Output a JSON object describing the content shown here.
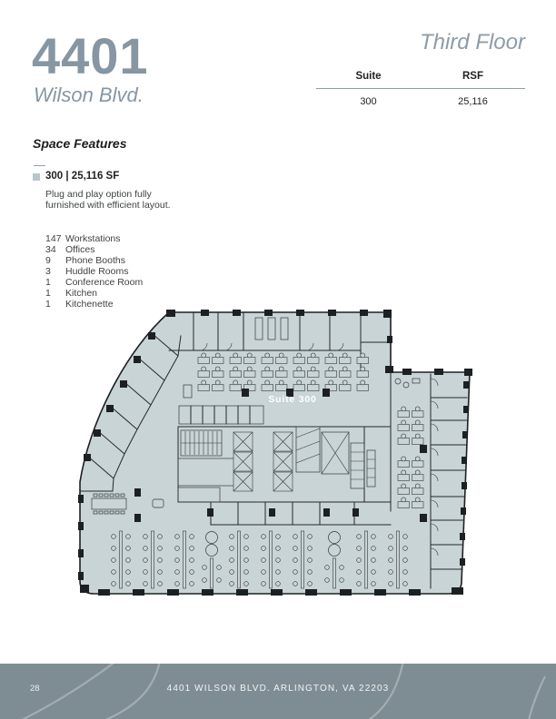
{
  "header": {
    "building_number": "4401",
    "street": "Wilson Blvd.",
    "floor_label": "Third Floor"
  },
  "suite_table": {
    "columns": [
      "Suite",
      "RSF"
    ],
    "rows": [
      [
        "300",
        "25,116"
      ]
    ]
  },
  "features": {
    "title": "Space Features",
    "suite_heading": "300 | 25,116 SF",
    "description": "Plug and play option fully furnished with efficient layout.",
    "items": [
      {
        "count": "147",
        "label": "Workstations"
      },
      {
        "count": "34",
        "label": "Offices"
      },
      {
        "count": "9",
        "label": "Phone Booths"
      },
      {
        "count": "3",
        "label": "Huddle Rooms"
      },
      {
        "count": "1",
        "label": "Conference Room"
      },
      {
        "count": "1",
        "label": "Kitchen"
      },
      {
        "count": "1",
        "label": "Kitchenette"
      }
    ]
  },
  "floor_plan": {
    "suite_label": "Suite 300"
  },
  "footer": {
    "page_number": "28",
    "address": "4401 WILSON BLVD. ARLINGTON, VA 22203"
  },
  "colors": {
    "accent": "#8696a3",
    "plan_fill": "#c9d4d7",
    "footer_bg": "#7e8d93",
    "bullet": "#b9c7cc"
  }
}
